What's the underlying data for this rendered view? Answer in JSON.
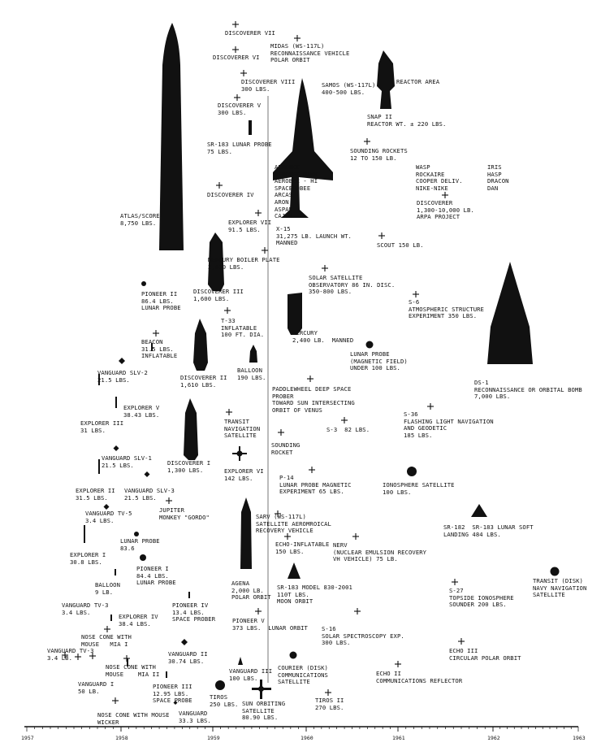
{
  "timeline": {
    "years": [
      "1957",
      "1958",
      "1959",
      "1960",
      "1961",
      "1962",
      "1963"
    ]
  },
  "labels": [
    {
      "id": "discoverer-vii",
      "lines": [
        "DISCOVERER VII"
      ]
    },
    {
      "id": "midas",
      "lines": [
        "MIDAS (WS-117L)",
        "RECONNAISSANCE VEHICLE",
        "POLAR ORBIT"
      ]
    },
    {
      "id": "discoverer-vi",
      "lines": [
        "DISCOVERER VI"
      ]
    },
    {
      "id": "reactor-area",
      "lines": [
        "REACTOR AREA"
      ]
    },
    {
      "id": "discoverer-viii",
      "lines": [
        "DISCOVERER VIII",
        "300 LBS."
      ]
    },
    {
      "id": "samos",
      "lines": [
        "SAMOS (WS-117L)",
        "400-500 LBS."
      ]
    },
    {
      "id": "discoverer-v",
      "lines": [
        "DISCOVERER V",
        "300 LBS."
      ]
    },
    {
      "id": "snap-ii",
      "lines": [
        "SNAP II",
        "REACTOR WT. ± 220 LBS."
      ]
    },
    {
      "id": "sr183-lunar-probe",
      "lines": [
        "SR-183 LUNAR PROBE",
        "75 LBS."
      ]
    },
    {
      "id": "sounding-rockets",
      "lines": [
        "SOUNDING ROCKETS",
        "12 TO 150 LB."
      ]
    },
    {
      "id": "rockets-col1",
      "lines": [
        "AEROBEE",
        "AEROBEE HAWK",
        "AEROBEE - HI",
        "SPACEROBEE",
        "ARCAS",
        "ARON",
        "ASPAN",
        "CAJON"
      ]
    },
    {
      "id": "rockets-col2",
      "lines": [
        "WASP",
        "ROCKAIRE",
        "COOPER DELIV.",
        "NIKE-NIKE"
      ]
    },
    {
      "id": "rockets-col3",
      "lines": [
        "IRIS",
        "HASP",
        "DRACON",
        "DAN"
      ]
    },
    {
      "id": "discoverer-iv",
      "lines": [
        "DISCOVERER IV"
      ]
    },
    {
      "id": "discoverer-arpa",
      "lines": [
        "DISCOVERER",
        "1,300-10,000 LB.",
        "ARPA PROJECT"
      ]
    },
    {
      "id": "atlas-score",
      "lines": [
        "ATLAS/SCORE",
        "8,750 LBS."
      ]
    },
    {
      "id": "explorer-vii",
      "lines": [
        "EXPLORER VII",
        "91.5 LBS."
      ]
    },
    {
      "id": "x15",
      "lines": [
        "X-15",
        "31,275 LB. LAUNCH WT.",
        "MANNED"
      ]
    },
    {
      "id": "scout",
      "lines": [
        "SCOUT 150 LB."
      ]
    },
    {
      "id": "mercury-boiler",
      "lines": [
        "MERCURY BOILER PLATE",
        "2,000 LBS."
      ]
    },
    {
      "id": "solar-satellite",
      "lines": [
        "SOLAR SATELLITE",
        "OBSERVATORY 86 IN. DISC.",
        "350-800 LBS."
      ]
    },
    {
      "id": "pioneer-ii",
      "lines": [
        "PIONEER II",
        "86.4 LBS.",
        "LUNAR PROBE"
      ]
    },
    {
      "id": "discoverer-iii",
      "lines": [
        "DISCOVERER III",
        "1,600 LBS."
      ]
    },
    {
      "id": "s6",
      "lines": [
        "S-6",
        "ATMOSPHERIC STRUCTURE",
        "EXPERIMENT 350 LBS."
      ]
    },
    {
      "id": "t33",
      "lines": [
        "T-33",
        "INFLATABLE",
        "100 FT. DIA."
      ]
    },
    {
      "id": "mercury",
      "lines": [
        "MERCURY",
        "2,400 LB.  MANNED"
      ]
    },
    {
      "id": "beacon",
      "lines": [
        "BEACON",
        "31.5 LBS.",
        "INFLATABLE"
      ]
    },
    {
      "id": "lunar-probe-mag",
      "lines": [
        "LUNAR PROBE",
        "(MAGNETIC FIELD)",
        "UNDER 100 LBS."
      ]
    },
    {
      "id": "ds1",
      "lines": [
        "DS-1",
        "RECONNAISSANCE OR ORBITAL BOMB",
        "7,000 LBS."
      ]
    },
    {
      "id": "balloon-190",
      "lines": [
        "BALLOON",
        "190 LBS."
      ]
    },
    {
      "id": "vanguard-slv2",
      "lines": [
        "VANGUARD SLV-2",
        "21.5 LBS."
      ]
    },
    {
      "id": "discoverer-ii",
      "lines": [
        "DISCOVERER II",
        "1,610 LBS."
      ]
    },
    {
      "id": "paddlewheel",
      "lines": [
        "PADDLEWHEEL DEEP SPACE",
        "PROBER",
        "TOWARD SUN INTERSECTING",
        "ORBIT OF VENUS"
      ]
    },
    {
      "id": "explorer-v",
      "lines": [
        "EXPLORER V",
        "38.43 LBS."
      ]
    },
    {
      "id": "s36",
      "lines": [
        "S-36",
        "FLASHING LIGHT NAVIGATION",
        "AND GEODETIC",
        "185 LBS."
      ]
    },
    {
      "id": "transit-nav",
      "lines": [
        "TRANSIT",
        "NAVIGATION",
        "SATELLITE"
      ]
    },
    {
      "id": "s3",
      "lines": [
        "S-3  82 LBS."
      ]
    },
    {
      "id": "explorer-iii",
      "lines": [
        "EXPLORER III",
        "31 LBS."
      ]
    },
    {
      "id": "sounding-rocket",
      "lines": [
        "SOUNDING",
        "ROCKET"
      ]
    },
    {
      "id": "vanguard-slv1",
      "lines": [
        "VANGUARD SLV-1",
        "21.5 LBS."
      ]
    },
    {
      "id": "discoverer-i",
      "lines": [
        "DISCOVERER I",
        "1,300 LBS."
      ]
    },
    {
      "id": "explorer-vi",
      "lines": [
        "EXPLORER VI",
        "142 LBS."
      ]
    },
    {
      "id": "p14",
      "lines": [
        "P-14",
        "LUNAR PROBE MAGNETIC",
        "EXPERIMENT 65 LBS."
      ]
    },
    {
      "id": "ionosphere-sat",
      "lines": [
        "IONOSPHERE SATELLITE",
        "100 LBS."
      ]
    },
    {
      "id": "explorer-ii",
      "lines": [
        "EXPLORER II",
        "31.5 LBS."
      ]
    },
    {
      "id": "vanguard-slv3",
      "lines": [
        "VANGUARD SLV-3",
        "21.5 LBS."
      ]
    },
    {
      "id": "jupiter",
      "lines": [
        "JUPITER",
        "MONKEY \"GORDO\""
      ]
    },
    {
      "id": "vanguard-tv5",
      "lines": [
        "VANGUARD TV-5",
        "3.4 LBS."
      ]
    },
    {
      "id": "sarv",
      "lines": [
        "SARV (WS-117L)",
        "SATELLITE AEROMROICAL",
        "RECOVERY VEHICLE"
      ]
    },
    {
      "id": "sr182",
      "lines": [
        "SR-182  SR-183 LUNAR SOFT",
        "LANDING 484 LBS."
      ]
    },
    {
      "id": "echo-inflatable",
      "lines": [
        "ECHO-INFLATABLE",
        "150 LBS."
      ]
    },
    {
      "id": "lunar-probe-83",
      "lines": [
        "LUNAR PROBE",
        "83.6"
      ]
    },
    {
      "id": "nerv",
      "lines": [
        "NERV",
        "(NUCLEAR EMULSION RECOVERY",
        "VH VEHICLE) 75 LB."
      ]
    },
    {
      "id": "explorer-i",
      "lines": [
        "EXPLORER I",
        "30.8 LBS."
      ]
    },
    {
      "id": "pioneer-i",
      "lines": [
        "PIONEER I",
        "84.4 LBS.",
        "LUNAR PROBE"
      ]
    },
    {
      "id": "agena",
      "lines": [
        "AGENA",
        "2,000 LB.",
        "POLAR ORBIT"
      ]
    },
    {
      "id": "balloon-9",
      "lines": [
        "BALLOON",
        "9 LB."
      ]
    },
    {
      "id": "transit-disk",
      "lines": [
        "TRANSIT (DISK)",
        "NAVY NAVIGATION",
        "SATELLITE"
      ]
    },
    {
      "id": "sr183-model",
      "lines": [
        "SR-183 MODEL 830-2001",
        "110T LBS.",
        "MOON ORBIT"
      ]
    },
    {
      "id": "s27",
      "lines": [
        "S-27",
        "TOPSIDE IONOSPHERE",
        "SOUNDER 200 LBS."
      ]
    },
    {
      "id": "vanguard-tv3",
      "lines": [
        "VANGUARD TV-3",
        "3.4 LBS."
      ]
    },
    {
      "id": "pioneer-iv",
      "lines": [
        "PIONEER IV",
        "13.4 LBS.",
        "SPACE PROBER"
      ]
    },
    {
      "id": "explorer-iv",
      "lines": [
        "EXPLORER IV",
        "38.4 LBS."
      ]
    },
    {
      "id": "pioneer-v",
      "lines": [
        "PIONEER V",
        "373 LBS.  LUNAR ORBIT"
      ]
    },
    {
      "id": "s16",
      "lines": [
        "S-16",
        "SOLAR SPECTROSCOPY EXP.",
        "300 LBS."
      ]
    },
    {
      "id": "nose-cone-mia1",
      "lines": [
        "NOSE CONE WITH",
        "MOUSE   MIA I"
      ]
    },
    {
      "id": "vanguard-tv3b",
      "lines": [
        "VANGUARD TV-3",
        "3.4 LB."
      ]
    },
    {
      "id": "vanguard-ii",
      "lines": [
        "VANGUARD II",
        "30.74 LBS."
      ]
    },
    {
      "id": "echo-iii",
      "lines": [
        "ECHO III",
        "CIRCULAR POLAR ORBIT"
      ]
    },
    {
      "id": "nose-cone-mia2",
      "lines": [
        "NOSE CONE WITH",
        "MOUSE    MIA II"
      ]
    },
    {
      "id": "vanguard-i",
      "lines": [
        "VANGUARD I",
        "50 LB."
      ]
    },
    {
      "id": "courier",
      "lines": [
        "COURIER (DISK)",
        "COMMUNICATIONS",
        "SATELLITE"
      ]
    },
    {
      "id": "echo-ii",
      "lines": [
        "ECHO II",
        "COMMUNICATIONS REFLECTOR"
      ]
    },
    {
      "id": "vanguard-iii",
      "lines": [
        "VANGUARD III",
        "100 LBS."
      ]
    },
    {
      "id": "pioneer-iii",
      "lines": [
        "PIONEER III",
        "12.95 LBS.",
        "SPACE PROBE"
      ]
    },
    {
      "id": "tiros",
      "lines": [
        "TIROS",
        "250 LBS."
      ]
    },
    {
      "id": "sun-orbiting",
      "lines": [
        "SUN ORBITING",
        "SATELLITE",
        "80.90 LBS."
      ]
    },
    {
      "id": "tiros-ii",
      "lines": [
        "TIROS II",
        "270 LBS."
      ]
    },
    {
      "id": "vanguard-33",
      "lines": [
        "VANGUARD",
        "33.3 LBS."
      ]
    },
    {
      "id": "nose-cone-wicker",
      "lines": [
        "NOSE CONE WITH MOUSE",
        "WICKER"
      ]
    }
  ]
}
